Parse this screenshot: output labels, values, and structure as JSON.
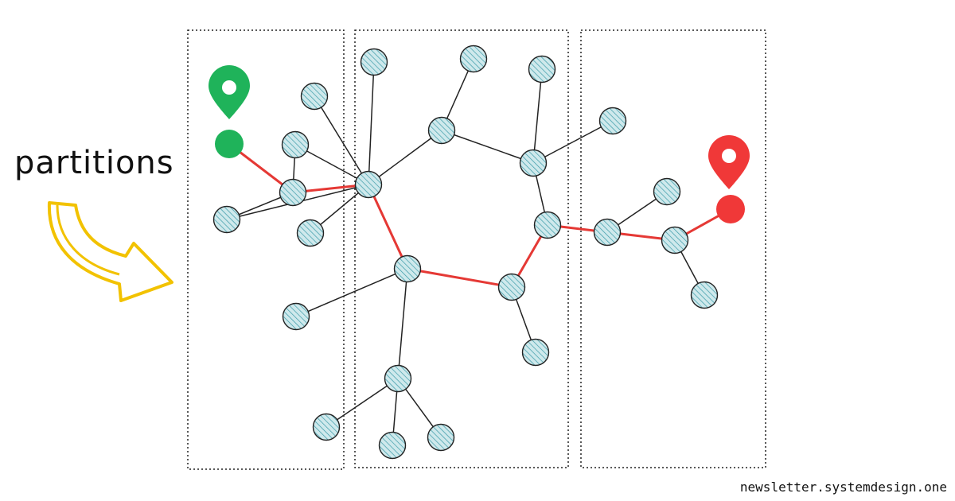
{
  "label": "partitions",
  "credit": "newsletter.systemdesign.one",
  "colors": {
    "node_fill": "#cfe9ec",
    "node_hatch": "#3a9aa8",
    "edge": "#222222",
    "path": "#e53935",
    "start_marker": "#1fb35a",
    "end_marker": "#f03838",
    "arrow": "#f2c200"
  },
  "icons": {
    "start": "location-pin-icon",
    "end": "location-pin-icon",
    "arrow": "curved-arrow-icon"
  },
  "partitions": [
    {
      "id": "partition-1"
    },
    {
      "id": "partition-2"
    },
    {
      "id": "partition-3"
    }
  ],
  "nodes": [
    {
      "id": "n1"
    },
    {
      "id": "n2"
    },
    {
      "id": "n3"
    },
    {
      "id": "n4"
    },
    {
      "id": "n5"
    },
    {
      "id": "n6"
    },
    {
      "id": "n7"
    },
    {
      "id": "n8"
    },
    {
      "id": "n9"
    },
    {
      "id": "n10"
    },
    {
      "id": "n11"
    },
    {
      "id": "n12"
    },
    {
      "id": "n13"
    },
    {
      "id": "n14"
    },
    {
      "id": "n15"
    },
    {
      "id": "n16"
    },
    {
      "id": "n17"
    },
    {
      "id": "n18"
    },
    {
      "id": "n19"
    },
    {
      "id": "n20"
    },
    {
      "id": "n21"
    },
    {
      "id": "n22"
    },
    {
      "id": "n23"
    },
    {
      "id": "n24"
    },
    {
      "id": "n25"
    },
    {
      "id": "n26"
    }
  ],
  "edges": [
    [
      "n2",
      "n5"
    ],
    [
      "n3",
      "n5"
    ],
    [
      "n4",
      "n5"
    ],
    [
      "n1",
      "n5"
    ],
    [
      "n5",
      "n6"
    ],
    [
      "n6",
      "n7"
    ],
    [
      "n6",
      "n8"
    ],
    [
      "n6",
      "n10"
    ],
    [
      "n9",
      "n10"
    ],
    [
      "n10",
      "n11"
    ],
    [
      "n11",
      "n12"
    ],
    [
      "n11",
      "n13"
    ],
    [
      "n13",
      "n14"
    ],
    [
      "n14",
      "n15"
    ],
    [
      "n14",
      "n16"
    ],
    [
      "n15",
      "n17"
    ],
    [
      "n13",
      "n18"
    ],
    [
      "n13",
      "n19"
    ],
    [
      "n19",
      "n20"
    ],
    [
      "n19",
      "n21"
    ],
    [
      "n19",
      "n22"
    ],
    [
      "n16",
      "n23"
    ],
    [
      "n23",
      "n24"
    ],
    [
      "n23",
      "n25"
    ],
    [
      "n25",
      "n26"
    ],
    [
      "n6",
      "n3"
    ]
  ],
  "path": [
    "start",
    "n1",
    "n6",
    "n13",
    "n16",
    "n15",
    "n23",
    "n25",
    "end"
  ]
}
